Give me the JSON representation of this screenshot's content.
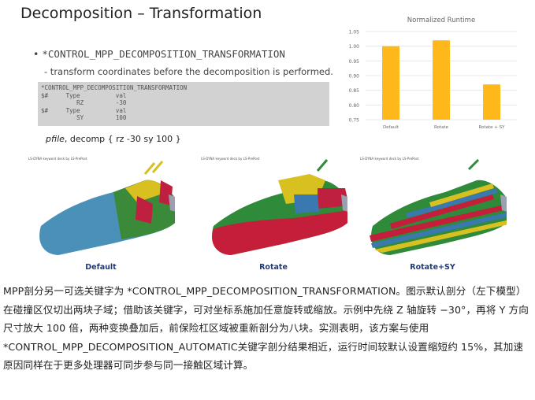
{
  "slide": {
    "title": "Decomposition – Transformation",
    "keyword": "*CONTROL_MPP_DECOMPOSITION_TRANSFORMATION",
    "bullet_dot": "•",
    "sub_bullet": "- transform coordinates before the decomposition is performed.",
    "code_lines": [
      "*CONTROL_MPP_DECOMPOSITION_TRANSFORMATION",
      "$#     Type          val",
      "          RZ         -30",
      "$#     Type          val",
      "          SY         100"
    ],
    "pfile_label": "pfile",
    "pfile_text": ", decomp { rz -30 sy 100 }"
  },
  "chart_data": {
    "type": "bar",
    "title": "Normalized Runtime",
    "categories": [
      "Default",
      "Rotate",
      "Rotate + SY"
    ],
    "values": [
      1.0,
      1.02,
      0.87
    ],
    "ylim": [
      0.75,
      1.05
    ],
    "yticks": [
      "0.75",
      "0.80",
      "0.85",
      "0.90",
      "0.95",
      "1.00",
      "1.05"
    ],
    "grid": true,
    "color": "#FFB81C"
  },
  "models": [
    {
      "label": "Default",
      "header": "LS-DYNA keyword deck by LS-PrePost"
    },
    {
      "label": "Rotate",
      "header": "LS-DYNA keyword deck by LS-PrePost"
    },
    {
      "label": "Rotate+SY",
      "header": "LS-DYNA keyword deck by LS-PrePost"
    }
  ],
  "paragraph": "MPP剖分另一可选关键字为 *CONTROL_MPP_DECOMPOSITION_TRANSFORMATION。图示默认剖分（左下模型）在碰撞区仅切出两块子域；借助该关键字，可对坐标系施加任意旋转或缩放。示例中先绕 Z 轴旋转 −30°，再将 Y 方向尺寸放大 100 倍，两种变换叠加后，前保险杠区域被重新剖分为八块。实测表明，该方案与使用*CONTROL_MPP_DECOMPOSITION_AUTOMATIC关键字剖分结果相近，运行时间较默认设置缩短约 15%，其加速原因同样在于更多处理器可同步参与同一接触区域计算。"
}
